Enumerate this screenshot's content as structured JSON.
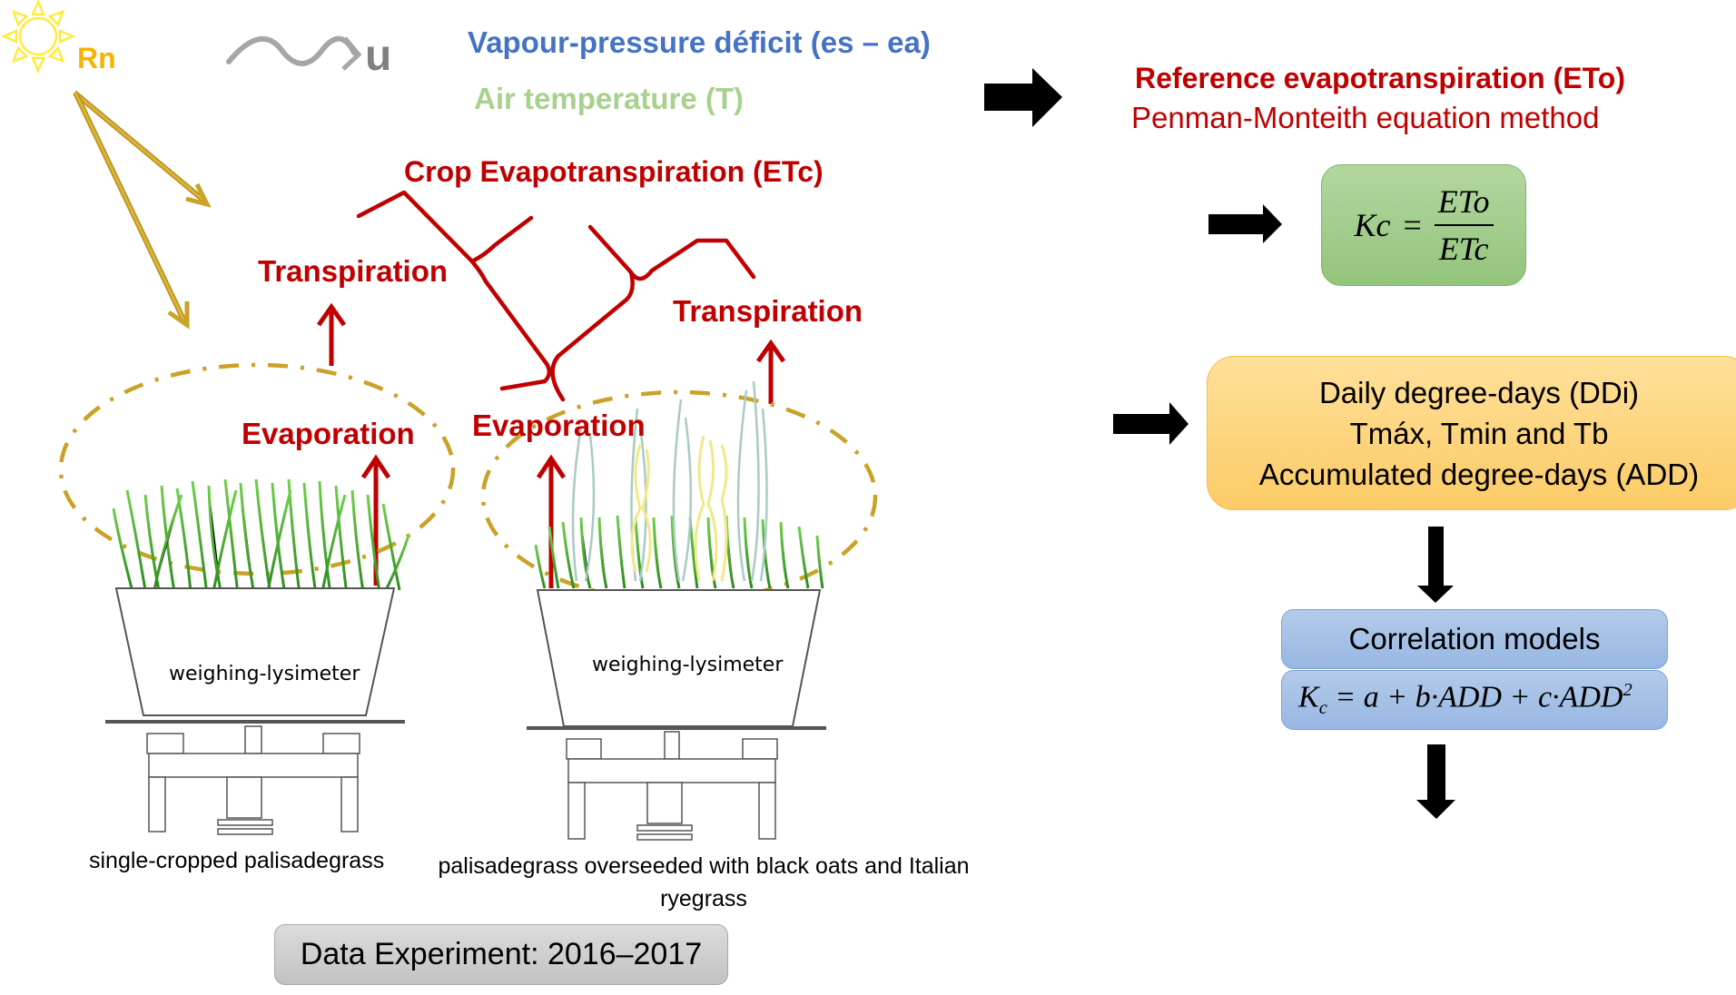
{
  "meteorology": {
    "radiation_label": "Rn",
    "wind_label": "u",
    "vapour_pressure_deficit": "Vapour-pressure déficit (es – ea)",
    "air_temperature": "Air temperature (T)"
  },
  "reference": {
    "title": "Reference evapotranspiration (ETo)",
    "method": "Penman-Monteith equation method"
  },
  "crop_process": {
    "etc_title": "Crop Evapotranspiration (ETc)",
    "transpiration_left": "Transpiration",
    "transpiration_right": "Transpiration",
    "evaporation_left": "Evaporation",
    "evaporation_right": "Evaporation"
  },
  "lysimeters": {
    "left_label": "weighing-lysimeter",
    "right_label": "weighing-lysimeter",
    "left_caption": "single-cropped palisadegrass",
    "right_caption": "palisadegrass overseeded with black oats and Italian ryegrass"
  },
  "kc_formula": {
    "lhs": "Kc",
    "equals": "=",
    "numerator": "ETo",
    "denominator": "ETc"
  },
  "degree_days": {
    "lines": [
      "Daily degree-days (DDi)",
      "Tmáx, Tmin and Tb",
      "Accumulated degree-days (ADD)"
    ]
  },
  "correlation": {
    "title": "Correlation models",
    "formula_k": "K",
    "formula_k_sub": "c",
    "formula_body": " = a + b·ADD + c·ADD",
    "formula_sup": "2"
  },
  "experiment": {
    "label": "Data Experiment: 2016–2017"
  },
  "colors": {
    "red_text": "#c00000",
    "vpd_blue": "#4472c4",
    "air_temp_green": "#a9d18e",
    "sun_yellow": "#ffeb3b",
    "rn_orange": "#f6b400",
    "radiation_arrow_gold": "#c9a227",
    "boundary_dash_gold": "#c9a227",
    "kc_box_green": "#a9d18e",
    "degree_days_box_orange": "#ffd67a",
    "correlation_box_blue": "#a7c1e6",
    "experiment_box_grey": "#d0d0d0"
  }
}
